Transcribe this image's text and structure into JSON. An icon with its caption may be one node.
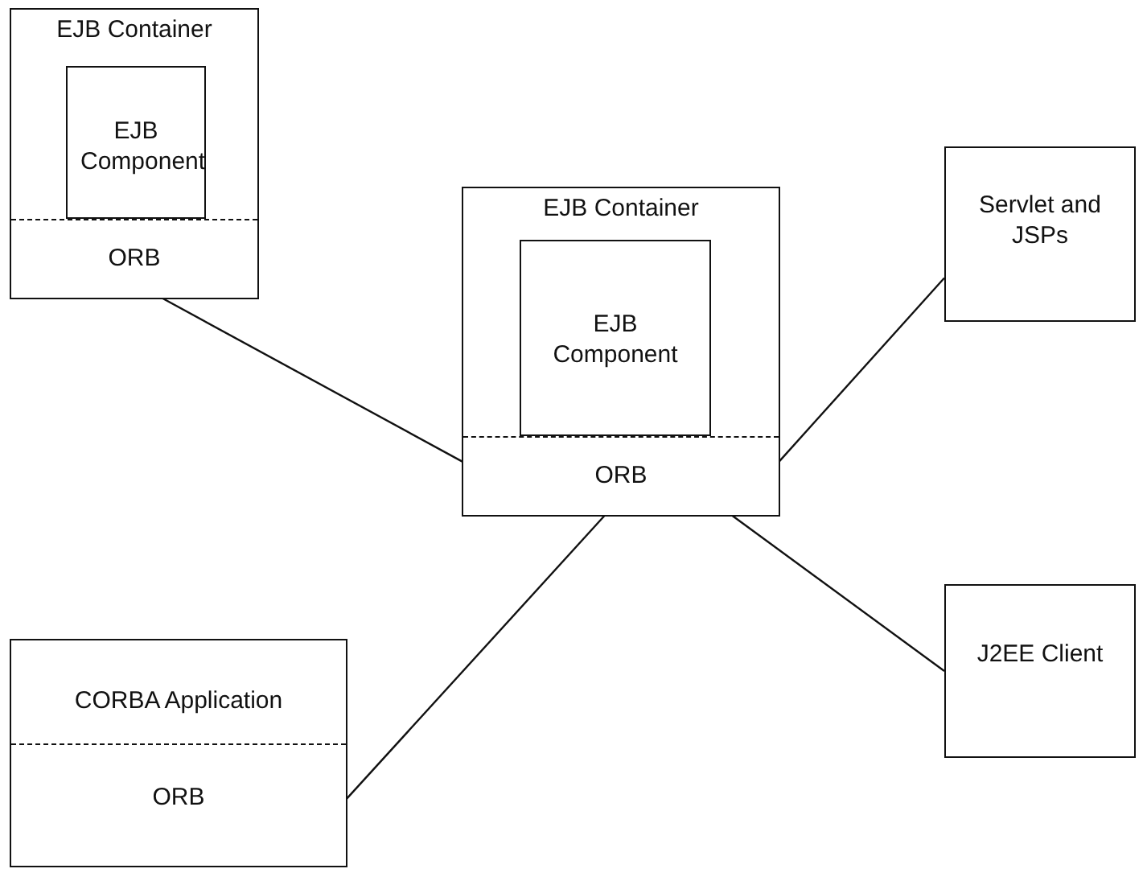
{
  "diagram": {
    "nodes": [
      {
        "text": [
          "EJB Container"
        ]
      },
      {
        "text": [
          "EJB Component"
        ],
        "in": 0
      },
      {
        "text": [
          "ORB"
        ],
        "in": 0
      },
      {
        "text": [
          "EJB Container"
        ]
      },
      {
        "text": [
          "EJB Component"
        ],
        "in": 3
      },
      {
        "text": [
          "ORB"
        ],
        "in": 3
      },
      {
        "text": [
          "Servlet and JSPs"
        ]
      },
      {
        "text": [
          "CORBA Application"
        ]
      },
      {
        "text": [
          "ORB"
        ],
        "in": 7
      },
      {
        "text": [
          "J2EE Client"
        ]
      }
    ],
    "edges": [
      {
        "from": 2,
        "to": 5,
        "arrow": "none"
      },
      {
        "from": 5,
        "to": 6,
        "arrow": "none"
      },
      {
        "from": 5,
        "to": 9,
        "arrow": "none"
      },
      {
        "from": 8,
        "to": 5,
        "arrow": "none"
      }
    ]
  }
}
